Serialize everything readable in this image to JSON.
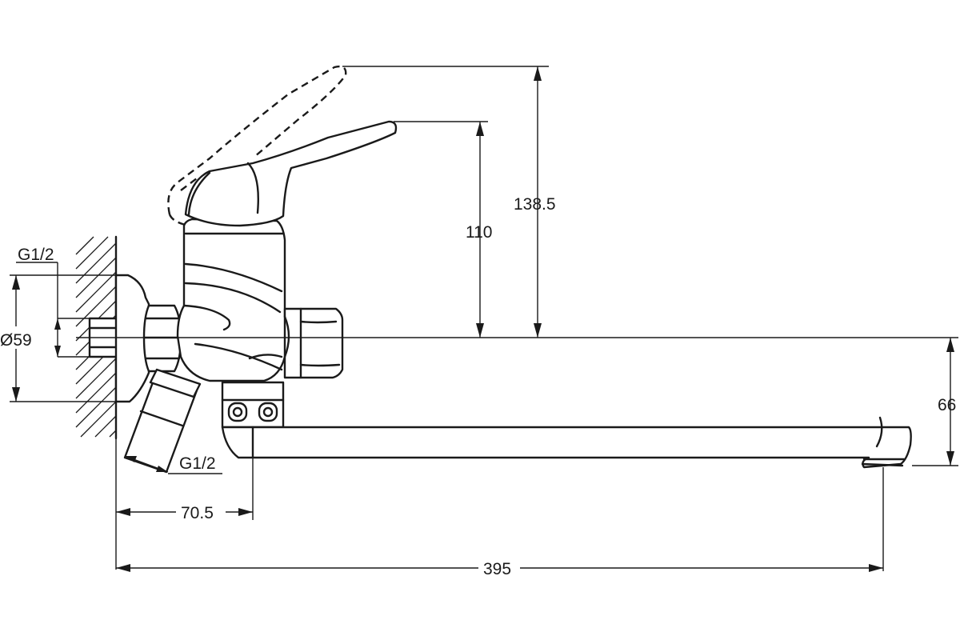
{
  "dimensions": {
    "lever_max_height": "138.5",
    "lever_height": "110",
    "wall_flange_diameter": "Ø59",
    "wall_thread": "G1/2",
    "inlet_thread": "G1/2",
    "spout_drop": "66",
    "wall_to_spout_axis": "70.5",
    "total_reach": "395"
  }
}
